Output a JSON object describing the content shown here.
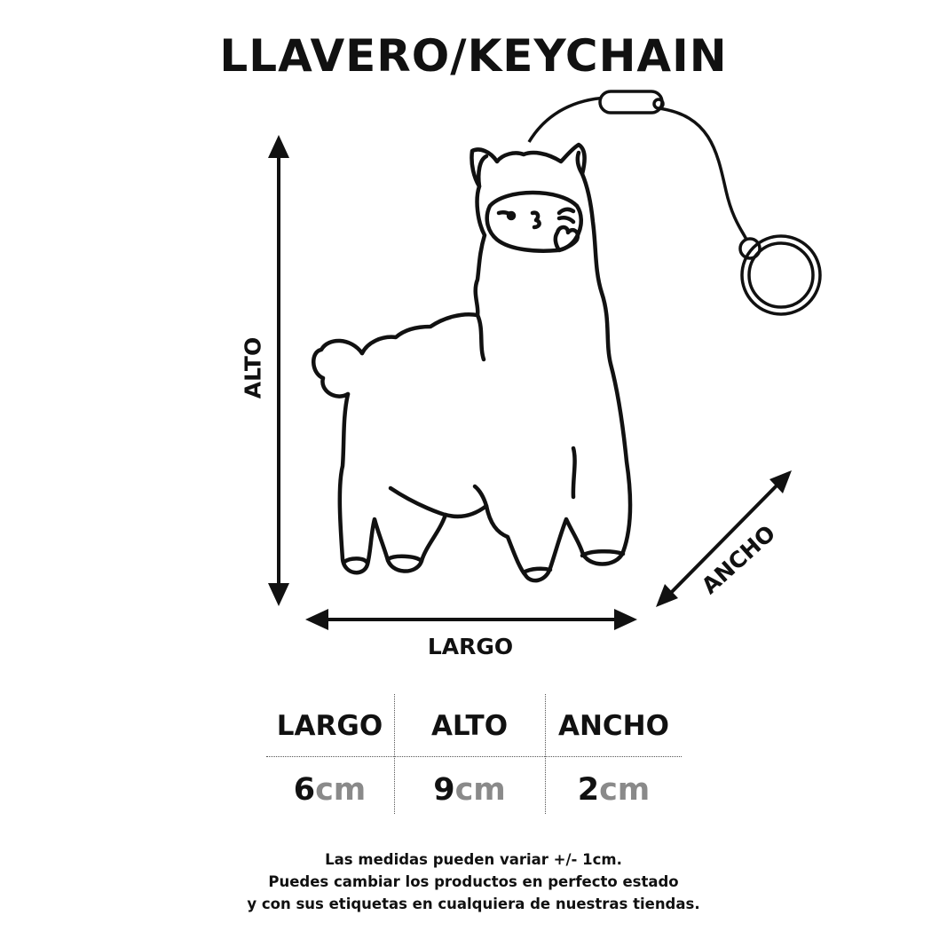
{
  "title": "LLAVERO/KEYCHAIN",
  "dimension_labels": {
    "largo": "LARGO",
    "alto": "ALTO",
    "ancho": "ANCHO"
  },
  "table": {
    "headers": [
      "LARGO",
      "ALTO",
      "ANCHO"
    ],
    "values": [
      {
        "number": "6",
        "unit": "cm"
      },
      {
        "number": "9",
        "unit": "cm"
      },
      {
        "number": "2",
        "unit": "cm"
      }
    ]
  },
  "notes": [
    "Las medidas pueden variar +/- 1cm.",
    "Puedes cambiar los productos en perfecto estado",
    "y con sus etiquetas en cualquiera de nuestras tiendas."
  ],
  "colors": {
    "ink": "#111111",
    "unit_gray": "#8a8a8a",
    "background": "#ffffff"
  },
  "icons": [
    "llama-keychain-illustration",
    "key-ring-icon",
    "arrow-icon"
  ]
}
